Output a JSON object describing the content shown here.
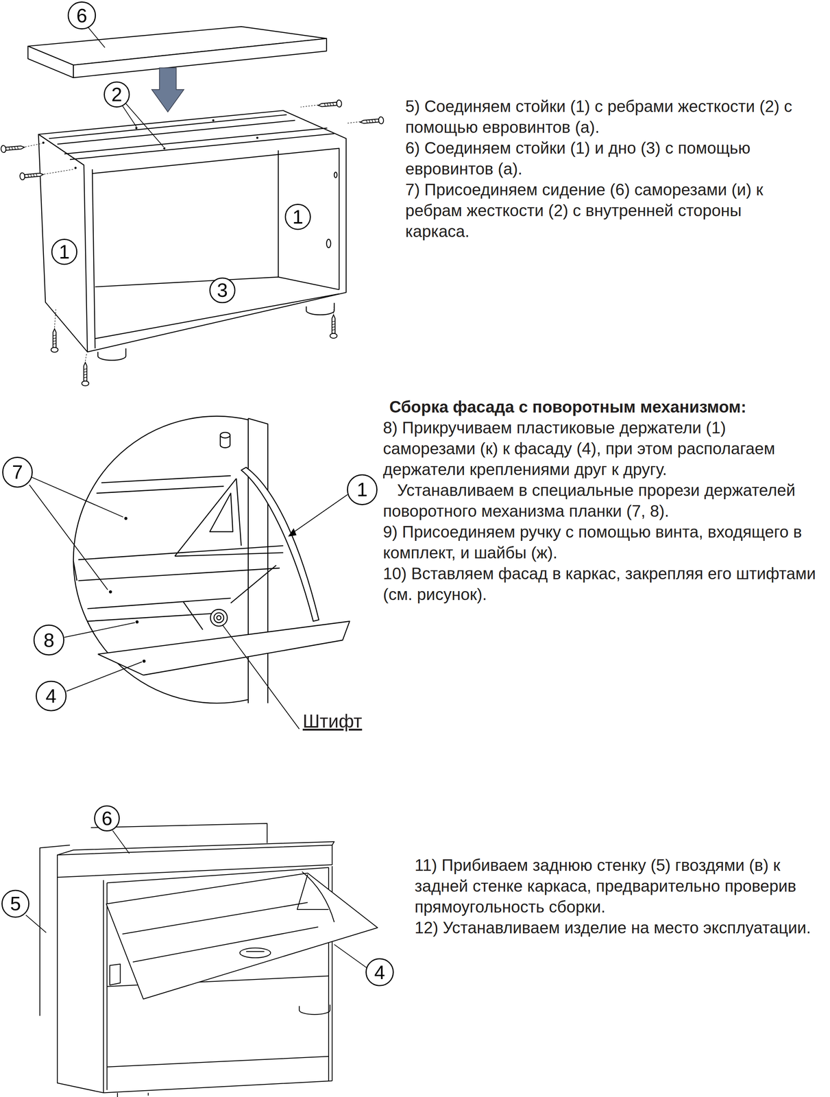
{
  "diagram": {
    "nodes": [
      {
        "text": [
          "6"
        ]
      },
      {
        "text": [
          "2"
        ]
      },
      {
        "text": [
          "1"
        ]
      },
      {
        "text": [
          "1"
        ]
      },
      {
        "text": [
          "3"
        ]
      },
      {
        "text": [
          "7"
        ]
      },
      {
        "text": [
          "1"
        ]
      },
      {
        "text": [
          "8"
        ]
      },
      {
        "text": [
          "4"
        ]
      },
      {
        "text": [
          "6"
        ]
      },
      {
        "text": [
          "5"
        ]
      },
      {
        "text": [
          "4"
        ]
      }
    ],
    "labels": [
      "5) Соединяем стойки (1) с ребрами жесткости (2) с помощью евровинтов (а).",
      "6) Соединяем стойки (1) и дно (3) с помощью евровинтов (а).",
      "7) Присоединяем сидение (6) саморезами (и) к ребрам жесткости (2) с внутренней стороны каркаса.",
      "Сборка фасада с поворотным механизмом:",
      "8) Прикручиваем пластиковые держатели (1) саморезами (к) к фасаду (4), при этом располагаем держатели креплениями друг к другу.",
      "Устанавливаем в специальные прорези держателей поворотного механизма планки (7, 8).",
      "9) Присоединяем ручку с помощью винта, входящего в комплект, и шайбы (ж).",
      "10) Вставляем фасад в каркас, закрепляя его штифтами (см. рисунок).",
      "Штифт",
      "11) Прибиваем заднюю стенку (5) гвоздями (в) к задней стенке каркаса, предварительно проверив прямоугольность сборки.",
      "12) Устанавливаем изделие на место эксплуатации."
    ]
  }
}
